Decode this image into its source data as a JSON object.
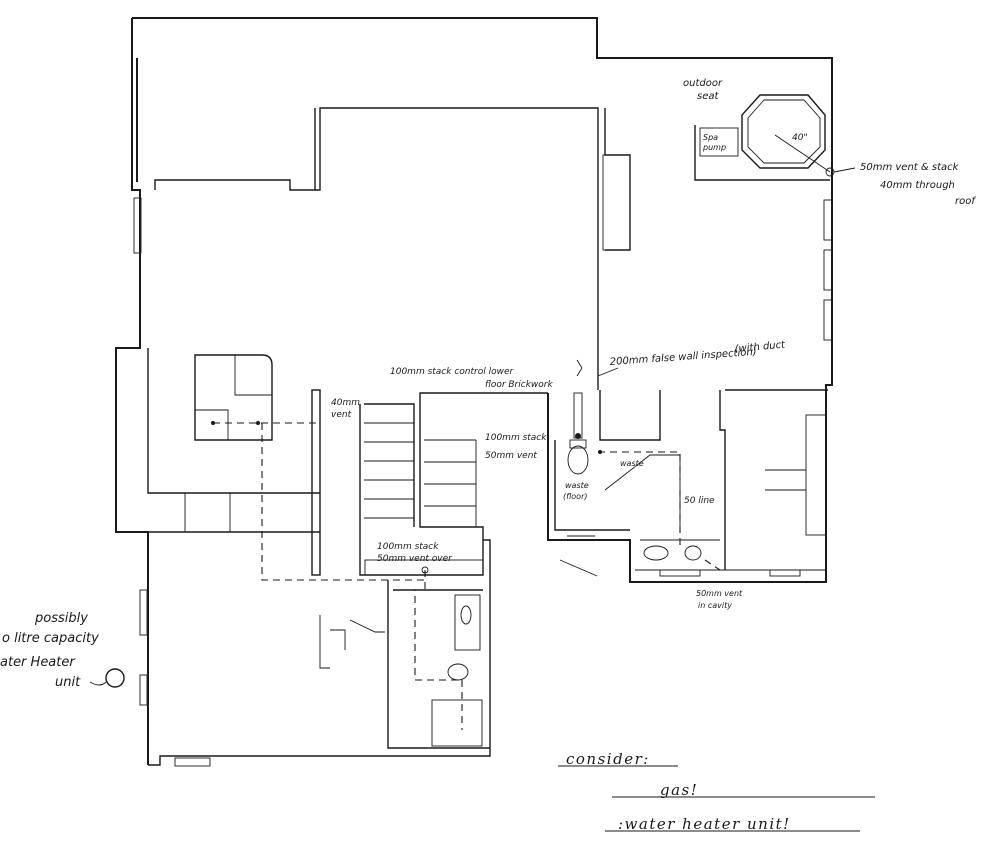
{
  "annotations": {
    "outdoor_seat": [
      "outdoor",
      "seat"
    ],
    "spa_pump": [
      "Spa",
      "pump"
    ],
    "spa_size": "40\"",
    "roof_vent": [
      "50mm vent & stack",
      "40mm through",
      "roof"
    ],
    "false_wall": [
      "(with duct",
      "200mm false wall inspection)"
    ],
    "stack_brickwork": [
      "100mm stack control lower",
      "floor Brickwork"
    ],
    "stack_100_upper": "100mm stack",
    "vent_50_upper": "50mm vent",
    "waste_floor": [
      "waste",
      "(floor)"
    ],
    "waste": "waste",
    "line_50": "50 line",
    "vent_cavity": [
      "50mm vent",
      "in cavity"
    ],
    "vent_40": [
      "40mm",
      "vent"
    ],
    "stack_100_lower": [
      "100mm stack",
      "50mm vent over"
    ],
    "water_heater": [
      "possibly",
      "o litre capacity",
      "ater Heater",
      "unit"
    ],
    "consider": "consider:",
    "gas": "gas!",
    "water_heater_unit": ":water heater unit!"
  }
}
